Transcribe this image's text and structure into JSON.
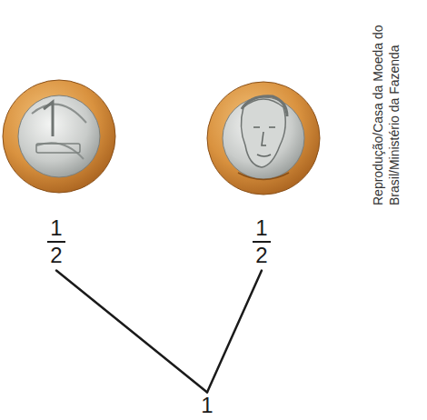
{
  "diagram": {
    "nodes": [
      {
        "text": [
          "1",
          "2"
        ]
      },
      {
        "text": [
          "1",
          "2"
        ]
      },
      {
        "text": [
          "1"
        ]
      }
    ],
    "edges": [
      {
        "from": 0,
        "to": 2,
        "arrow": "none"
      },
      {
        "from": 1,
        "to": 2,
        "arrow": "none"
      }
    ],
    "labels": [
      "Reprodução/Casa da Moeda do Brasil/Ministério da Fazenda"
    ]
  }
}
